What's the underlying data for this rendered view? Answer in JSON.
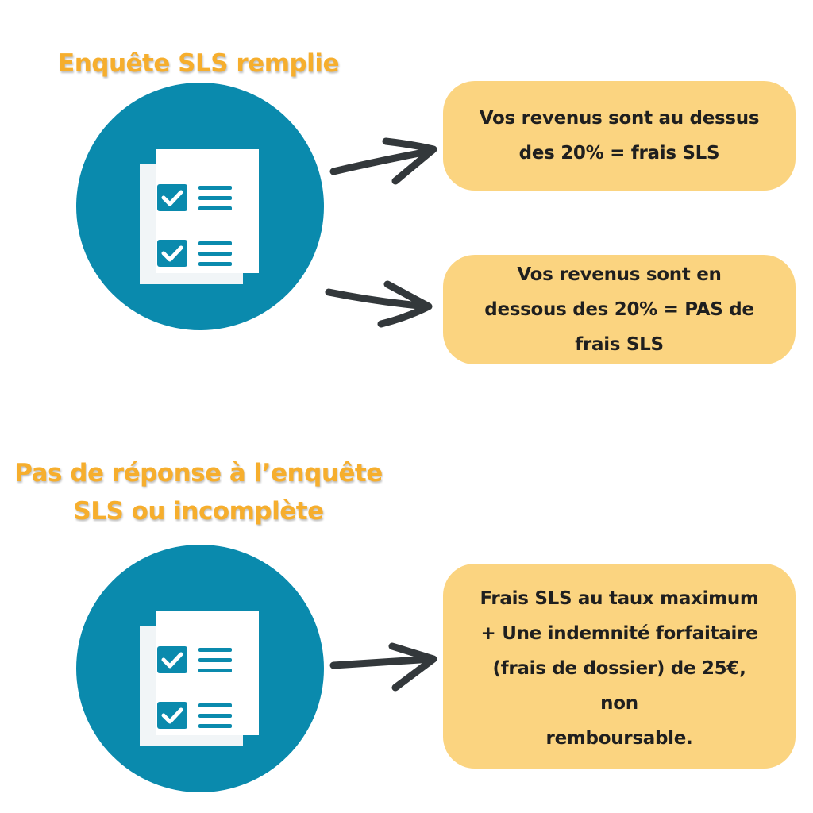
{
  "sections": [
    {
      "heading": "Enquête SLS remplie",
      "outcomes": [
        {
          "text": "Vos revenus sont au dessus\ndes 20% = frais SLS"
        },
        {
          "text": "Vos revenus sont en\ndessous des 20% = PAS de\nfrais SLS"
        }
      ]
    },
    {
      "heading": "Pas de réponse à l’enquête\nSLS ou incomplète",
      "outcomes": [
        {
          "text": "Frais SLS au taux maximum\n+ Une indemnité forfaitaire\n(frais de dossier) de 25€,\nnon\nremboursable."
        }
      ]
    }
  ],
  "icons": {
    "circle": "document-checklist-icon",
    "arrow": "arrow-right-icon"
  },
  "colors": {
    "heading": "#f6ae2d",
    "circle": "#0a8aad",
    "box": "#fbd480",
    "arrow": "#33383b",
    "text": "#1f1f1f"
  }
}
